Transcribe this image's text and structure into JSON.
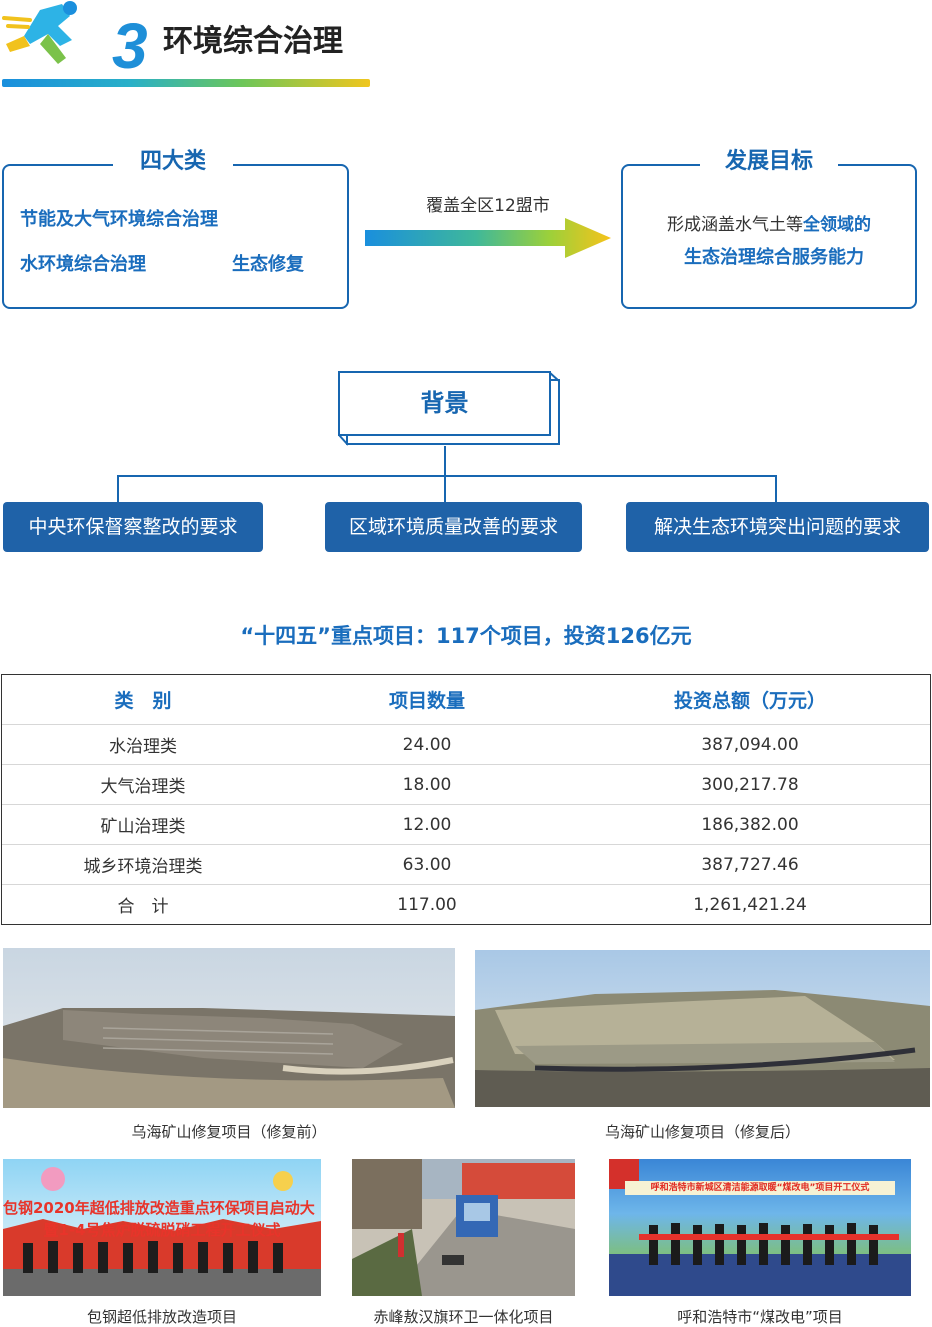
{
  "header": {
    "number": "3",
    "title": "环境综合治理"
  },
  "categories": {
    "title": "四大类",
    "items": [
      "节能及大气环境综合治理",
      "水环境综合治理",
      "生态修复"
    ]
  },
  "arrow_label": "覆盖全区12盟市",
  "goal": {
    "title": "发展目标",
    "line1_plain": "形成涵盖水气土等",
    "line1_bold": "全领域的",
    "line2_bold": "生态治理综合服务能力"
  },
  "background": {
    "title": "背景",
    "requirements": [
      "中央环保督察整改的要求",
      "区域环境质量改善的要求",
      "解决生态环境突出问题的要求"
    ]
  },
  "projects_title": "“十四五”重点项目：117个项目，投资126亿元",
  "table": {
    "headers": [
      "类　别",
      "项目数量",
      "投资总额（万元）"
    ],
    "rows": [
      [
        "水治理类",
        "24.00",
        "387,094.00"
      ],
      [
        "大气治理类",
        "18.00",
        "300,217.78"
      ],
      [
        "矿山治理类",
        "12.00",
        "186,382.00"
      ],
      [
        "城乡环境治理类",
        "63.00",
        "387,727.46"
      ],
      [
        "合　计",
        "117.00",
        "1,261,421.24"
      ]
    ]
  },
  "photos": {
    "captions": [
      "乌海矿山修复项目（修复前）",
      "乌海矿山修复项目（修复后）",
      "包钢超低排放改造项目",
      "赤峰敖汉旗环卫一体化项目",
      "呼和浩特市“煤改电”项目"
    ],
    "banner1": "包钢2020年超低排放改造重点环保项目启动大",
    "banner1b": "暨1-4号焦炉脱硫脱硝工程开工仪式",
    "banner3": "呼和浩特市新城区清洁能源取暖“煤改电”项目开工仪式"
  },
  "colors": {
    "primary": "#1766b0",
    "accent": "#1a6dbd",
    "req_bg": "#1f62a8"
  }
}
